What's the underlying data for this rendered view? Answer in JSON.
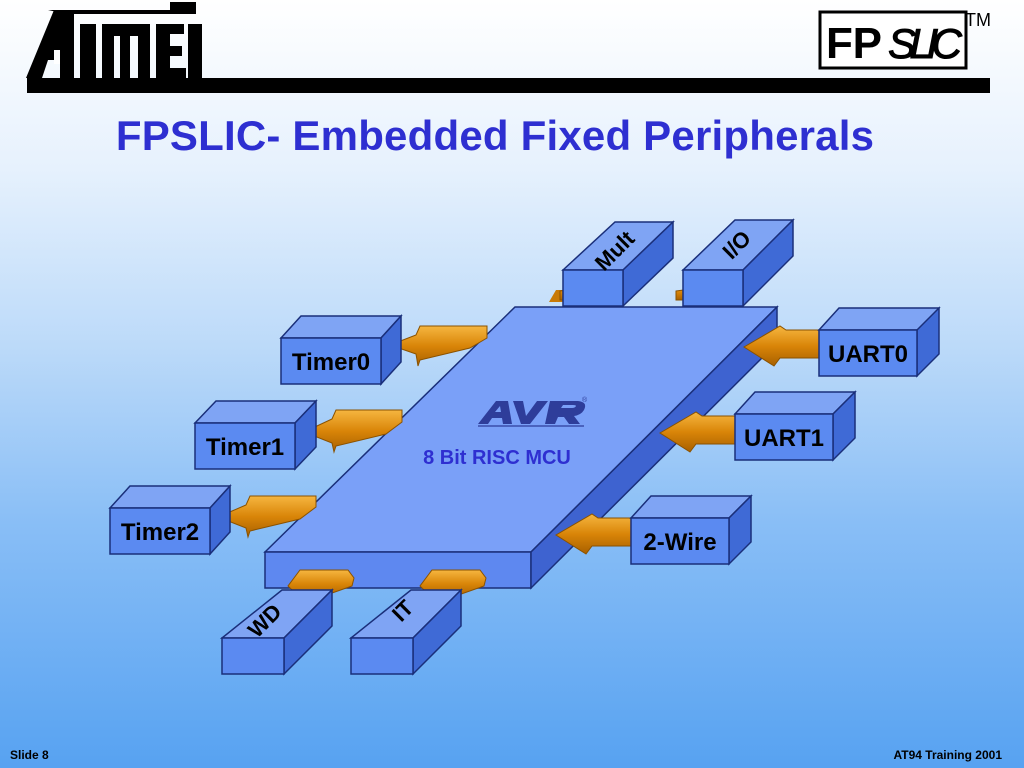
{
  "header": {
    "company_logo": "ATMEL",
    "product_logo": {
      "left": "FP",
      "right": "SLIC",
      "trademark": "TM"
    }
  },
  "title": "FPSLIC- Embedded Fixed Peripherals",
  "core": {
    "logo": "AVR",
    "label": "8 Bit RISC MCU"
  },
  "peripherals": {
    "timer0": "Timer0",
    "timer1": "Timer1",
    "timer2": "Timer2",
    "uart0": "UART0",
    "uart1": "UART1",
    "two_wire": "2-Wire",
    "mult": "Mult",
    "io": "I/O",
    "wd": "WD",
    "it": "IT"
  },
  "footer": {
    "slide": "Slide 8",
    "event": "AT94 Training 2001"
  },
  "colors": {
    "title": "#2e2fd1",
    "box_front": "#5b8af1",
    "box_top": "#7fa4f4",
    "box_side": "#3f6ad6",
    "arrow": "#e8930a"
  }
}
